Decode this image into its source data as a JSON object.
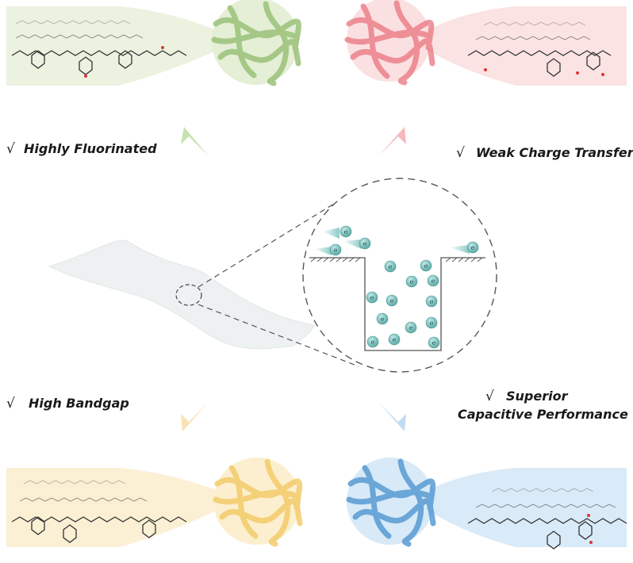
{
  "labels": {
    "top_left": "Highly Fluorinated",
    "top_right": "Weak Charge Transfer",
    "bottom_left": "High Bandgap",
    "bottom_right_line1": "Superior",
    "bottom_right_line2": "Capacitive Performance",
    "check_mark": "√"
  },
  "electron_label": "e",
  "colors": {
    "green": "#b7d59a",
    "green_dark": "#8fb56e",
    "red": "#f29aa0",
    "red_dark": "#e5606b",
    "yellow": "#f6d78a",
    "yellow_dark": "#efc04e",
    "blue": "#9cc7ea",
    "blue_dark": "#5a9fd6",
    "electron": "#6fbdb9",
    "film": "#eef0f0"
  },
  "icons": {
    "check": "check-icon",
    "electron": "electron-icon",
    "arrow": "arrow-icon"
  }
}
